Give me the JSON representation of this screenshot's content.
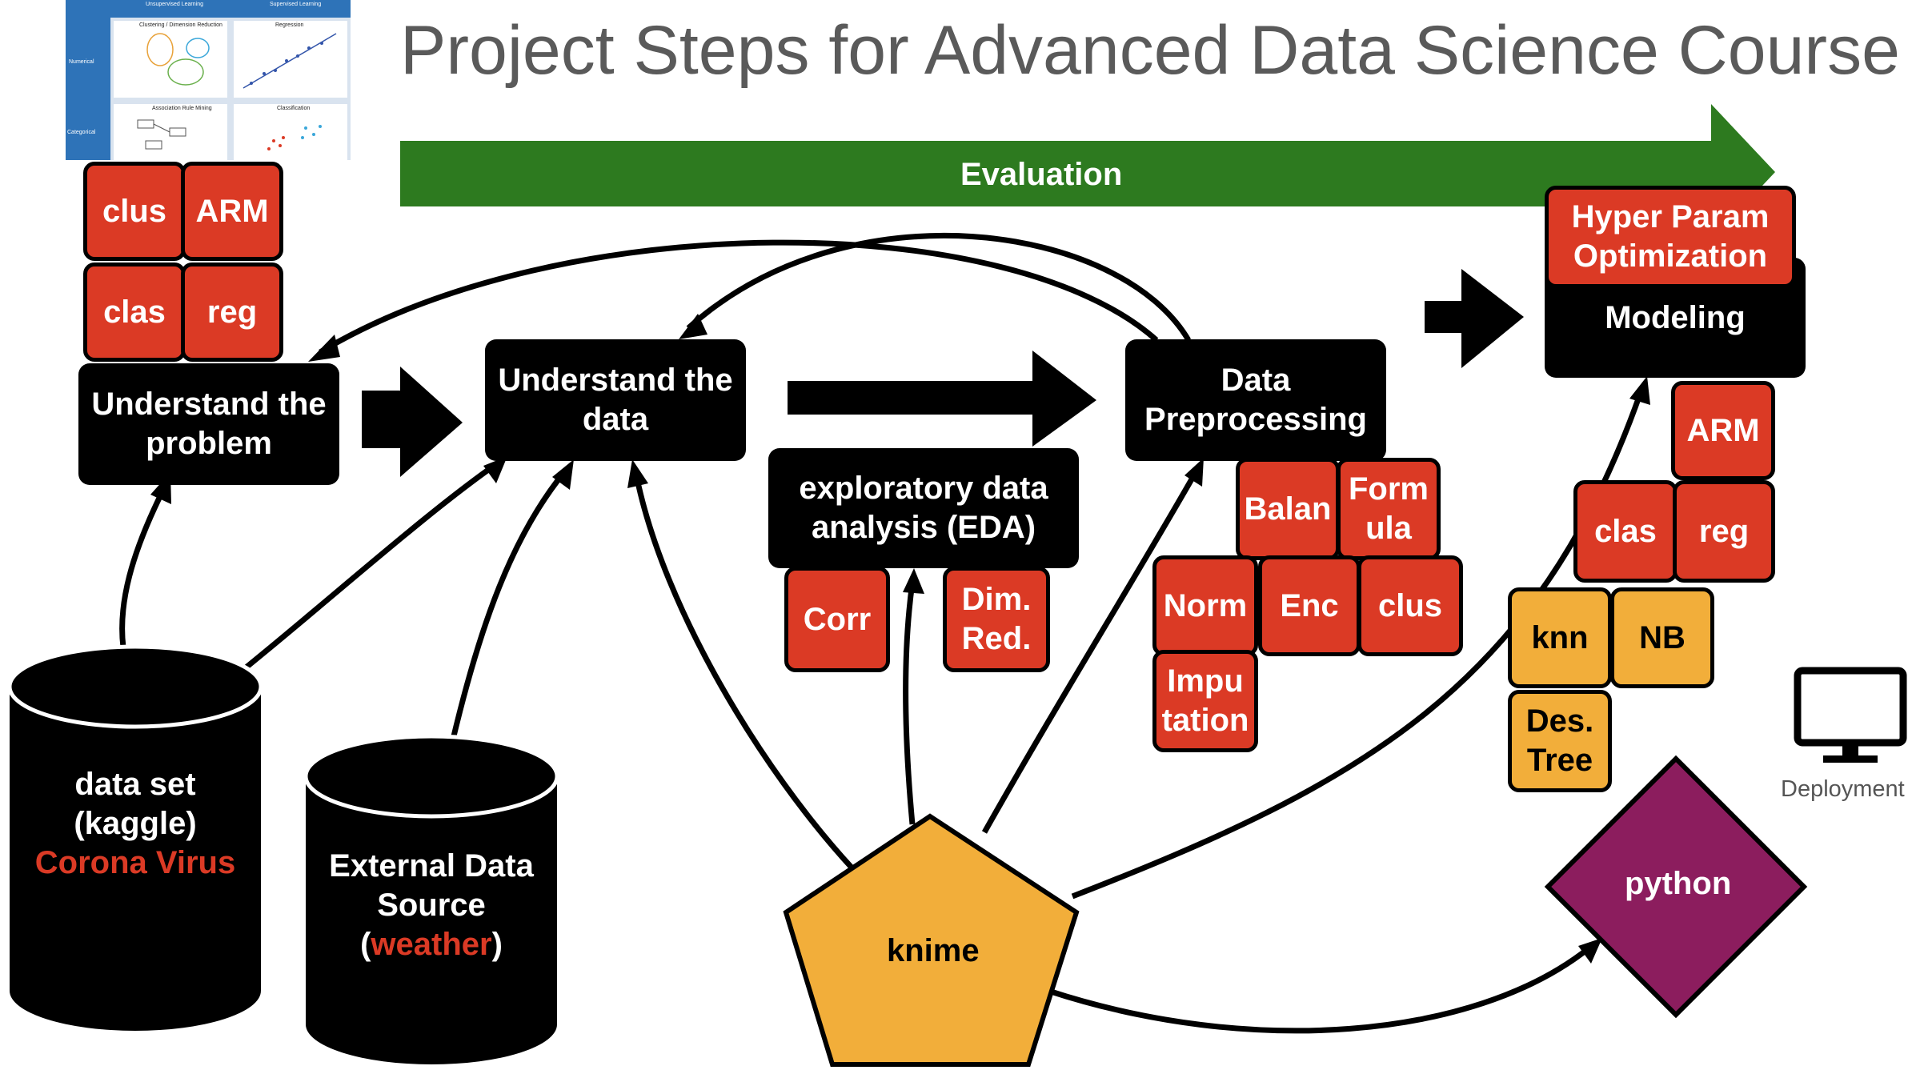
{
  "title": "Project Steps for Advanced Data Science Course",
  "colors": {
    "red": "#db3a25",
    "orange": "#f2ae3a",
    "green": "#2d7a1f",
    "purple": "#8c1d5e",
    "black": "#000000"
  },
  "evaluation": "Evaluation",
  "thumbnail": {
    "col_unsupervised": "Unsupervised Learning",
    "col_supervised": "Supervised Learning",
    "row_numerical": "Numerical",
    "row_categorical": "Categorical",
    "cell_clustering": "Clustering / Dimension Reduction",
    "cell_regression": "Regression",
    "cell_arm": "Association Rule Mining",
    "cell_classification": "Classification"
  },
  "steps": {
    "problem": "Understand the problem",
    "data": "Understand the data",
    "eda": "exploratory data analysis (EDA)",
    "preprocessing": "Data Preprocessing",
    "modeling": "Modeling",
    "hyper": "Hyper Param Optimization"
  },
  "problem_tags": [
    "clus",
    "ARM",
    "clas",
    "reg"
  ],
  "eda_tags": [
    "Corr",
    "Dim. Red."
  ],
  "prep_tags": [
    "Balan",
    "Form ula",
    "Norm",
    "Enc",
    "clus",
    "Impu tation"
  ],
  "model_tags": [
    "ARM",
    "clas",
    "reg"
  ],
  "model_orange_tags": [
    "knn",
    "NB",
    "Des. Tree"
  ],
  "datasets": {
    "kaggle_line1": "data set",
    "kaggle_line2": "(kaggle)",
    "kaggle_highlight": "Corona Virus",
    "external_line1": "External Data",
    "external_line2": "Source",
    "external_open": "(",
    "external_highlight": "weather",
    "external_close": ")"
  },
  "tools": {
    "knime": "knime",
    "python": "python"
  },
  "deployment": "Deployment"
}
